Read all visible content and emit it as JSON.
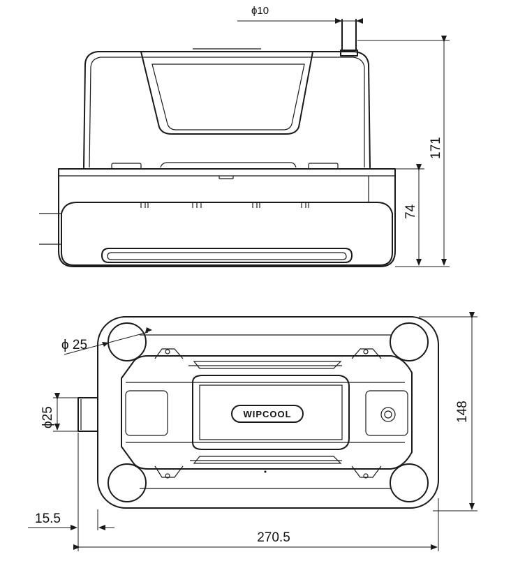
{
  "dimensions": {
    "top_pipe_diameter": "ϕ10",
    "total_height": "171",
    "base_height": "74",
    "foot_diameter": "ϕ 25",
    "outlet_diameter": "ϕ25",
    "depth": "148",
    "outlet_length": "15.5",
    "width": "270.5"
  },
  "brand": {
    "logo_text": "WIPCOOL"
  }
}
